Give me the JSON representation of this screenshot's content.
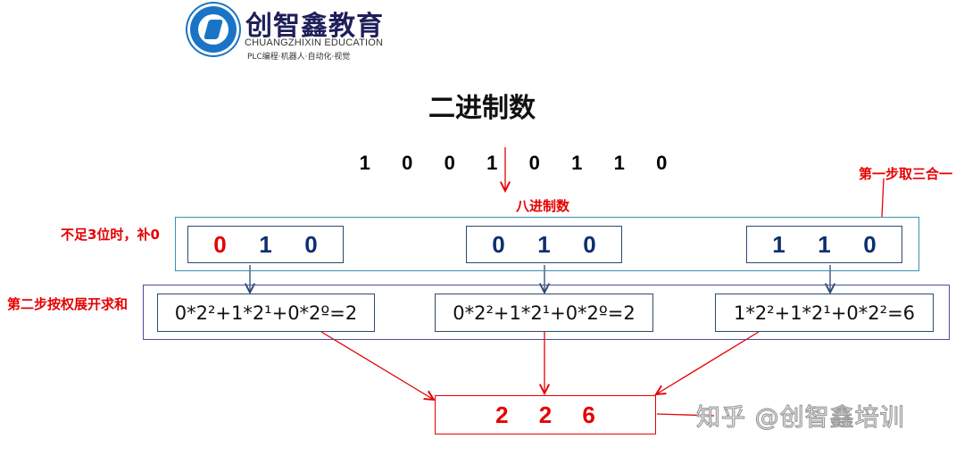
{
  "logo": {
    "name": "创智鑫教育",
    "english": "CHUANGZHIXIN EDUCATION",
    "tagline": "PLC编程·机器人·自动化·视觉"
  },
  "title": "二进制数",
  "binary_digits": [
    "1",
    "0",
    "0",
    "1",
    "0",
    "1",
    "1",
    "0"
  ],
  "labels": {
    "octal": "八进制数",
    "step1": "第一步取三合一",
    "pad": "不足3位时，补0",
    "step2": "第二步按权展开求和"
  },
  "groups": [
    {
      "digits": [
        "0",
        "1",
        "0"
      ],
      "padded_first": true,
      "formula": "0*2²+1*2¹+0*2º=2"
    },
    {
      "digits": [
        "0",
        "1",
        "0"
      ],
      "padded_first": false,
      "formula": "0*2²+1*2¹+0*2º=2"
    },
    {
      "digits": [
        "1",
        "1",
        "0"
      ],
      "padded_first": false,
      "formula": "1*2²+1*2¹+0*2²=6"
    }
  ],
  "result": [
    "2",
    "2",
    "6"
  ],
  "watermark": "知乎 @创智鑫培训",
  "colors": {
    "accent_red": "#e60000",
    "digit_blue": "#0d2f6e",
    "box_border": "#2c4a6e",
    "outer_border": "#3a8fb7"
  }
}
